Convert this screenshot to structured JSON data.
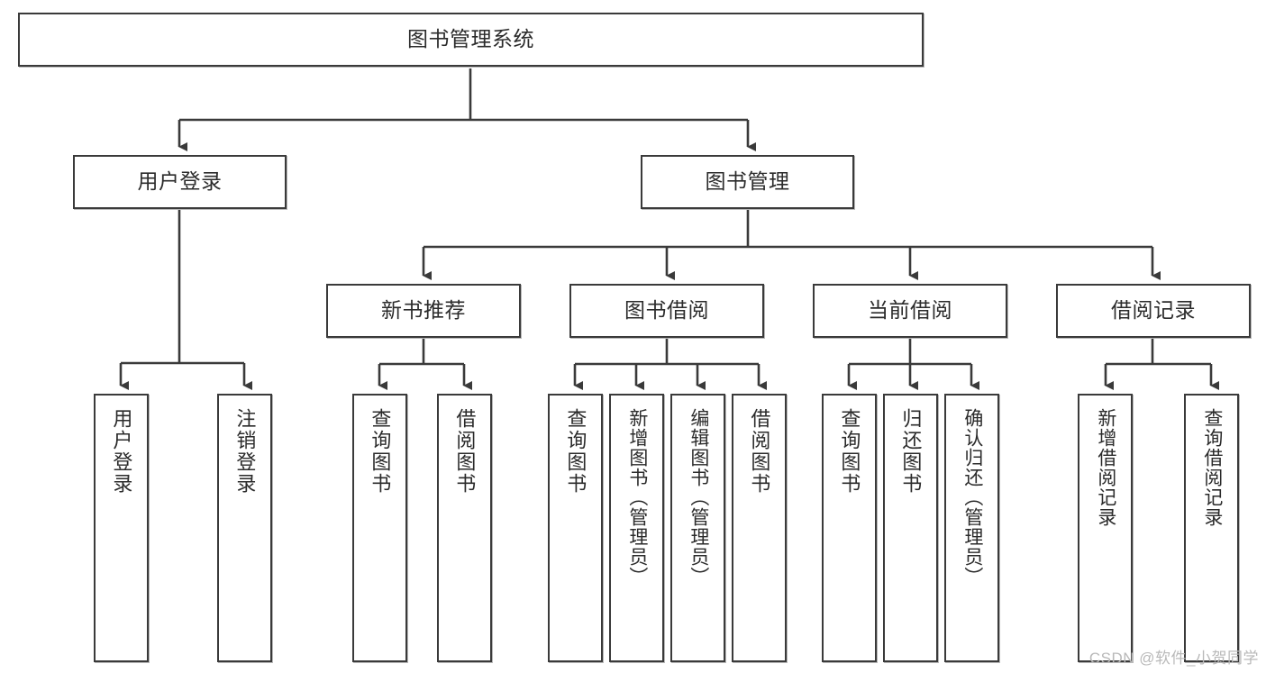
{
  "diagram": {
    "title": "图书管理系统",
    "type": "tree-hierarchy-diagram",
    "watermark": "CSDN @软件_小贺同学",
    "colors": {
      "stroke": "#3a3a3a",
      "fill": "#ffffff",
      "text": "#2b2b2b",
      "watermark": "#b9b9b9"
    },
    "nodes": {
      "root": {
        "label": "图书管理系统"
      },
      "level1": [
        {
          "id": "user-login",
          "label": "用户登录"
        },
        {
          "id": "book-manage",
          "label": "图书管理"
        }
      ],
      "level2": [
        {
          "id": "new-book-recommend",
          "label": "新书推荐"
        },
        {
          "id": "book-borrow",
          "label": "图书借阅"
        },
        {
          "id": "current-borrow",
          "label": "当前借阅"
        },
        {
          "id": "borrow-record",
          "label": "借阅记录"
        }
      ],
      "leaves": {
        "user_login": [
          {
            "id": "leaf-user-login",
            "label": "用户登录"
          },
          {
            "id": "leaf-logout-login",
            "label": "注销登录"
          }
        ],
        "new_book_recommend": [
          {
            "id": "leaf-query-book-1",
            "label": "查询图书"
          },
          {
            "id": "leaf-borrow-book-1",
            "label": "借阅图书"
          }
        ],
        "book_borrow": [
          {
            "id": "leaf-query-book-2",
            "label": "查询图书"
          },
          {
            "id": "leaf-add-book",
            "label": "新增图书（管理员）"
          },
          {
            "id": "leaf-edit-book",
            "label": "编辑图书（管理员）"
          },
          {
            "id": "leaf-borrow-book-2",
            "label": "借阅图书"
          }
        ],
        "current_borrow": [
          {
            "id": "leaf-query-book-3",
            "label": "查询图书"
          },
          {
            "id": "leaf-return-book",
            "label": "归还图书"
          },
          {
            "id": "leaf-confirm-return",
            "label": "确认归还（管理员）"
          }
        ],
        "borrow_record": [
          {
            "id": "leaf-add-record",
            "label": "新增借阅记录"
          },
          {
            "id": "leaf-query-record",
            "label": "查询借阅记录"
          }
        ]
      }
    }
  }
}
